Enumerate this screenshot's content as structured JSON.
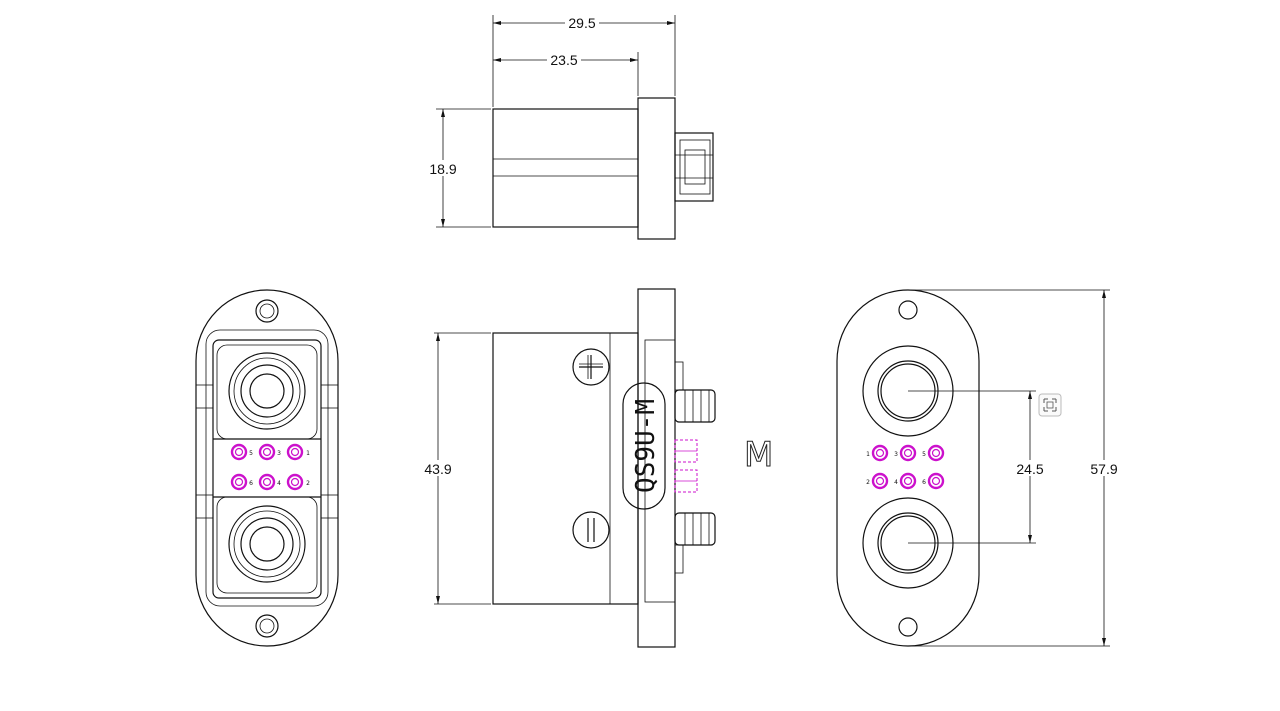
{
  "dimensions": {
    "top_width_total": "29.5",
    "top_width_body": "23.5",
    "top_height": "18.9",
    "side_height": "43.9",
    "pitch": "24.5",
    "overall_height": "57.9"
  },
  "labels": {
    "model": "QS9U-M",
    "variant": "M"
  },
  "pin_numbers": {
    "top_row": [
      "5",
      "3",
      "1"
    ],
    "bottom_row": [
      "6",
      "4",
      "2"
    ],
    "right_top_row": [
      "1",
      "3",
      "5"
    ],
    "right_bottom_row": [
      "2",
      "4",
      "6"
    ]
  },
  "colors": {
    "line": "#111111",
    "pin": "#cc11cc"
  },
  "icons": {
    "plus_symbol": "plus-sign",
    "minus_symbol": "minus-sign",
    "corner_widget": "capture-icon"
  }
}
